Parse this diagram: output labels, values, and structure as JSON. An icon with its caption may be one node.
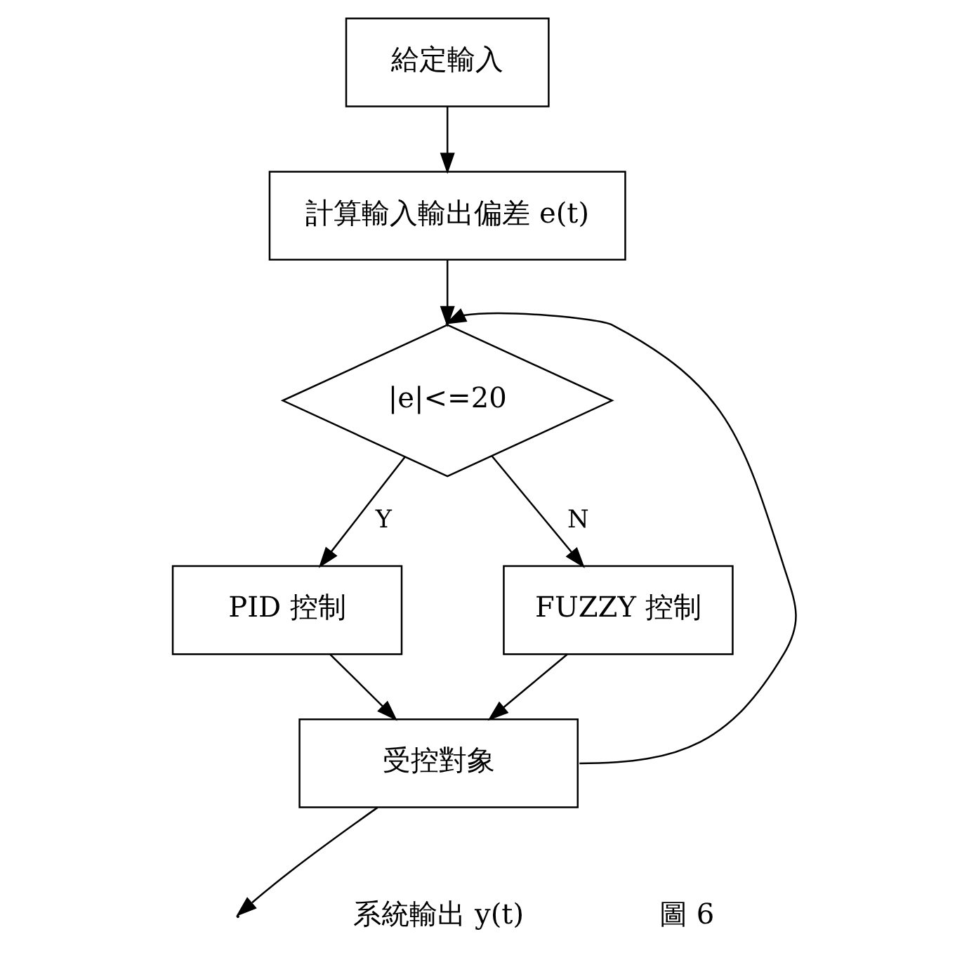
{
  "diagram": {
    "nodes": [
      {
        "text": [
          "給定輸入"
        ]
      },
      {
        "text": [
          "計算輸入輸出偏差 e(t)"
        ]
      },
      {
        "text": [
          "|e|<=20"
        ]
      },
      {
        "text": [
          "PID 控制"
        ]
      },
      {
        "text": [
          "FUZZY 控制"
        ]
      },
      {
        "text": [
          "受控對象"
        ]
      }
    ],
    "edges": [
      {
        "from": 0,
        "to": 1,
        "arrow": "to"
      },
      {
        "from": 1,
        "to": 2,
        "arrow": "to"
      },
      {
        "from": 2,
        "to": 3,
        "arrow": "to",
        "label": "Y"
      },
      {
        "from": 2,
        "to": 4,
        "arrow": "to",
        "label": "N"
      },
      {
        "from": 3,
        "to": 5,
        "arrow": "to"
      },
      {
        "from": 4,
        "to": 5,
        "arrow": "to"
      },
      {
        "from": 5,
        "to": 2,
        "arrow": "to"
      },
      {
        "from": 5,
        "to": null,
        "arrow": "to"
      }
    ],
    "labels": [
      "系統輸出 y(t)",
      "圖 6"
    ]
  }
}
